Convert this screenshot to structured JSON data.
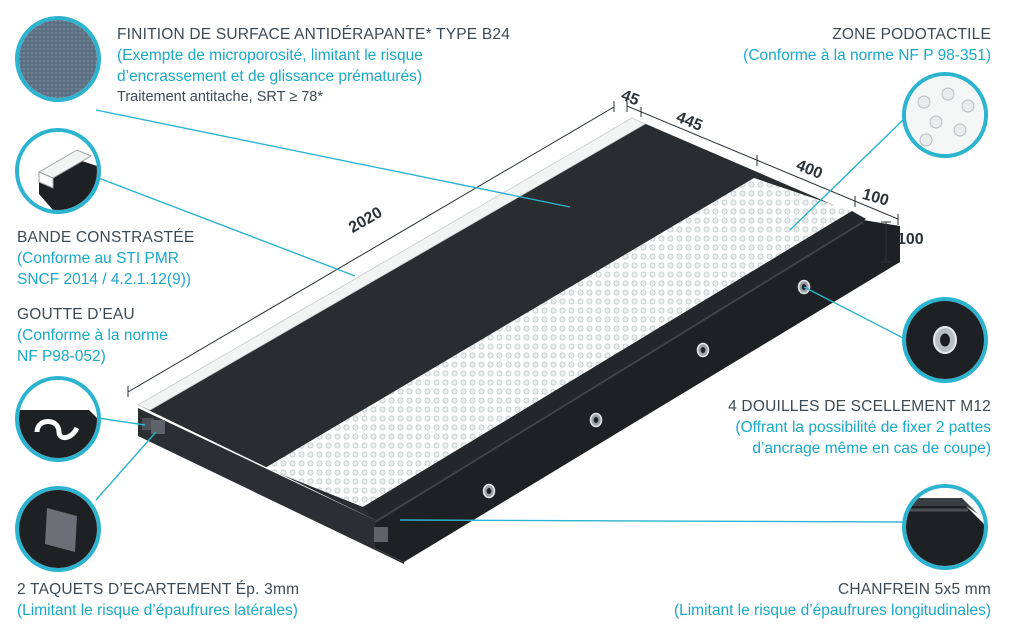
{
  "colors": {
    "accent": "#19a9c6",
    "ring": "#2bb3cf",
    "text": "#3d4a53",
    "body": "#1f2326",
    "top_dark": "#2a2d30",
    "tactile": "#ffffff"
  },
  "labels": {
    "finition": {
      "title": "FINITION DE SURFACE ANTIDÉRAPANTE* TYPE B24",
      "sub1": "(Exempte de microporosité, limitant le risque",
      "sub2": "d’encrassement et de glissance prématurés)",
      "note": "Traitement antitache, SRT ≥ 78*"
    },
    "zone": {
      "title": "ZONE PODOTACTILE",
      "sub1": "(Conforme à la norme NF P 98-351)"
    },
    "bande": {
      "title": "BANDE CONSTRASTÉE",
      "sub1": "(Conforme au STI PMR",
      "sub2": "SNCF 2014 / 4.2.1.12(9))"
    },
    "goutte": {
      "title": "GOUTTE D’EAU",
      "sub1": "(Conforme à la norme",
      "sub2": "NF P98-052)"
    },
    "douilles": {
      "title": "4 DOUILLES DE SCELLEMENT M12",
      "sub1": "(Offrant la possibilité de fixer 2 pattes",
      "sub2": "d’ancrage même en cas de coupe)"
    },
    "taquets": {
      "title": "2 TAQUETS D’ECARTEMENT Ép. 3mm",
      "sub1": "(Limitant le risque d’épaufrures latérales)"
    },
    "chanfrein": {
      "title": "CHANFREIN 5x5 mm",
      "sub1": "(Limitant le risque d’épaufrures longitudinales)"
    }
  },
  "dimensions": {
    "length": "2020",
    "d45": "45",
    "d445": "445",
    "d400": "400",
    "d100w": "100",
    "d100h": "100"
  },
  "icons": {
    "finition": "textured-surface-icon",
    "bande": "contrast-strip-icon",
    "goutte": "drip-groove-icon",
    "taquets": "spacer-icon",
    "zone": "tactile-studs-icon",
    "douilles": "anchor-socket-icon",
    "chanfrein": "chamfer-edge-icon"
  }
}
